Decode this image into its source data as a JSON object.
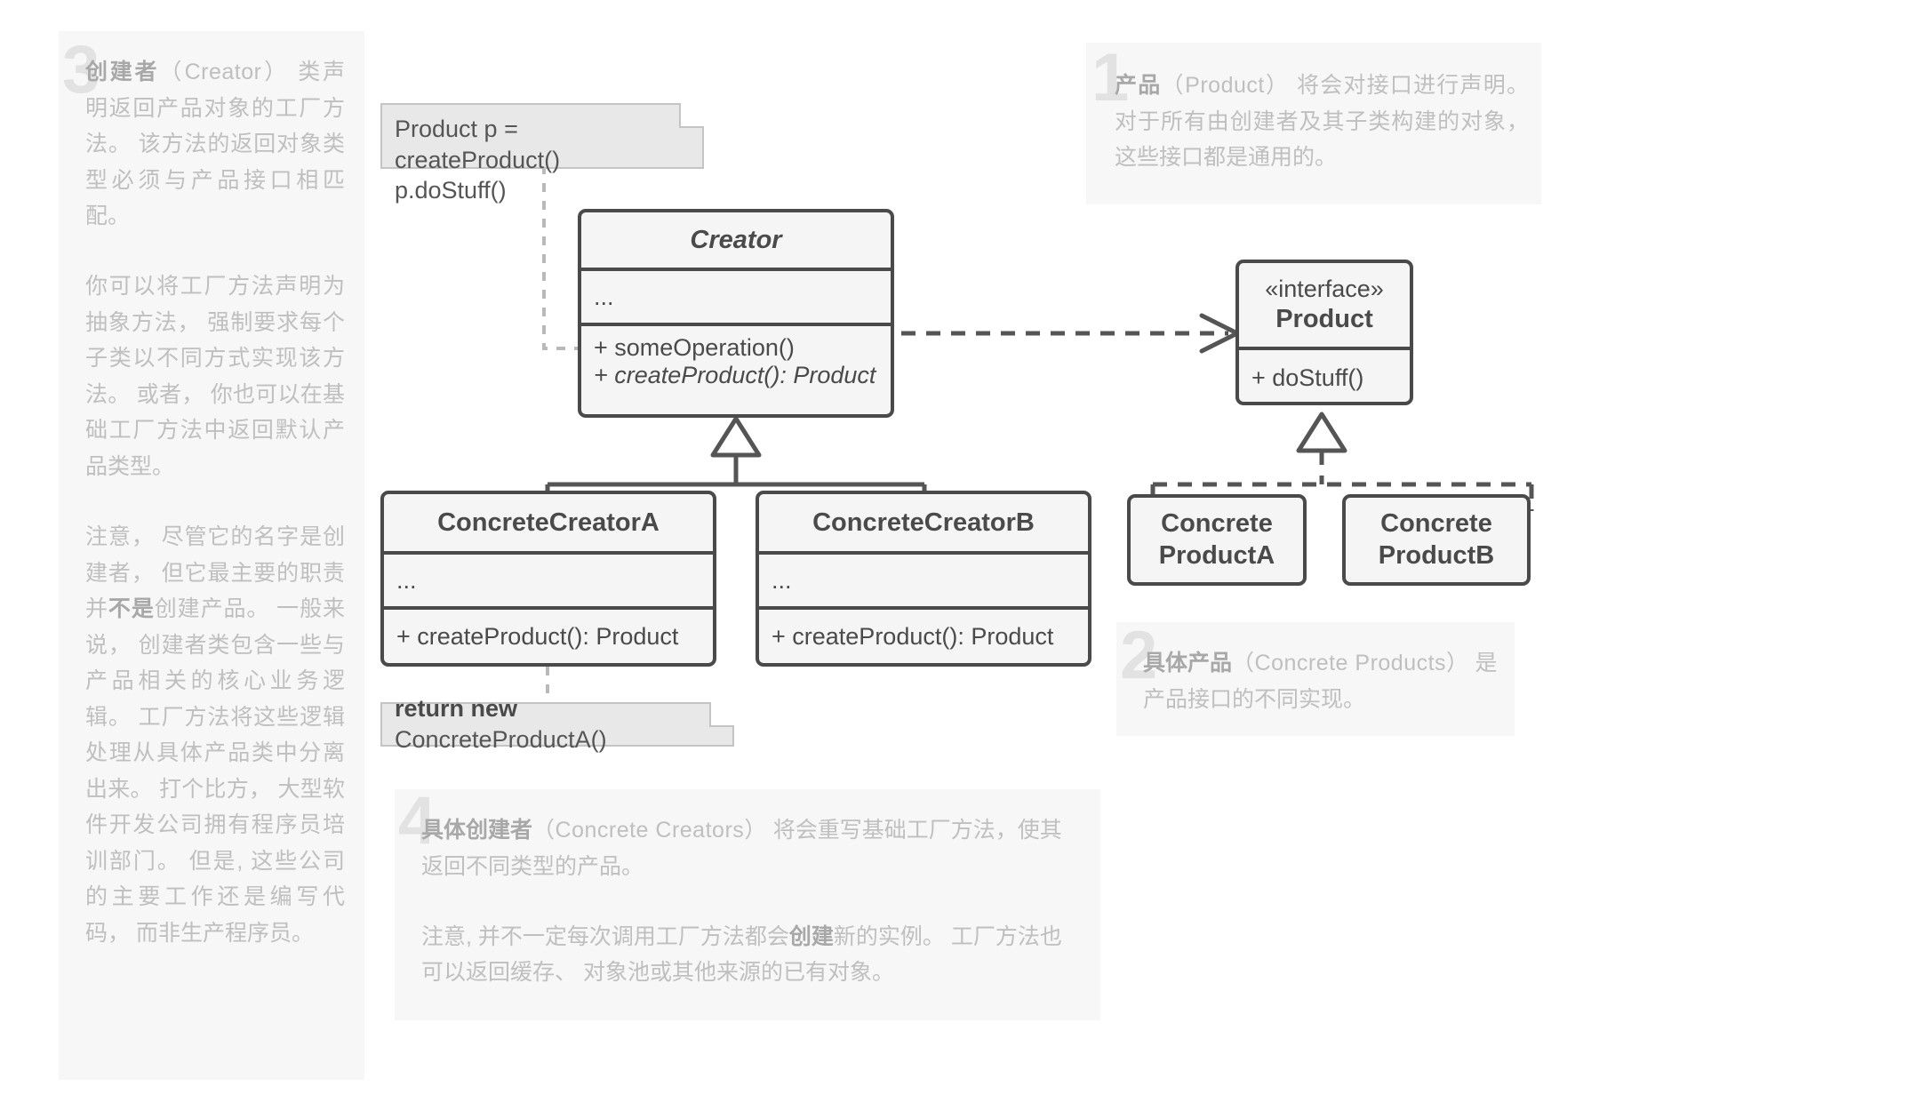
{
  "diagram": {
    "title": "Factory Method pattern UML structure",
    "colors": {
      "box_border": "#4a4a4a",
      "box_fill": "#f5f5f5",
      "note_fill": "#e8e8e8",
      "note_border": "#c4c4c4",
      "panel_fill": "#f7f7f7",
      "panel_text": "#bfbfbf",
      "panel_number": "#e2e2e2",
      "connector": "#555555",
      "background": "#ffffff"
    }
  },
  "annotations": {
    "creator": {
      "number": "3",
      "p1_bold": "创建者",
      "p1_en": "（Creator）",
      "p1_rest": " 类声明返回产品对象的工厂方法。 该方法的返回对象类型必须与产品接口相匹配。",
      "p2": "你可以将工厂方法声明为抽象方法， 强制要求每个子类以不同方式实现该方法。 或者， 你也可以在基础工厂方法中返回默认产品类型。",
      "p3_a": "注意， 尽管它的名字是创建者， 但它最主要的职责并",
      "p3_bold": "不是",
      "p3_b": "创建产品。 一般来说， 创建者类包含一些与产品相关的核心业务逻辑。 工厂方法将这些逻辑处理从具体产品类中分离出来。 打个比方， 大型软件开发公司拥有程序员培训部门。 但是, 这些公司的主要工作还是编写代码， 而非生产程序员。"
    },
    "product": {
      "number": "1",
      "bold": "产品",
      "en": "（Product）",
      "rest": " 将会对接口进行声明。 对于所有由创建者及其子类构建的对象，这些接口都是通用的。"
    },
    "concrete_products": {
      "number": "2",
      "bold": "具体产品",
      "en": "（Concrete Products）",
      "rest": " 是产品接口的不同实现。"
    },
    "concrete_creators": {
      "number": "4",
      "p1_bold": "具体创建者",
      "p1_en": "（Concrete Creators）",
      "p1_rest": " 将会重写基础工厂方法，使其返回不同类型的产品。",
      "p2_a": "注意, 并不一定每次调用工厂方法都会",
      "p2_bold": "创建",
      "p2_b": "新的实例。 工厂方法也可以返回缓存、 对象池或其他来源的已有对象。"
    }
  },
  "notes": {
    "creator_usage": {
      "line1": "Product p = createProduct()",
      "line2": "p.doStuff()"
    },
    "factory_return": {
      "bold": "return new",
      "rest": " ConcreteProductA()"
    }
  },
  "classes": {
    "creator": {
      "name": "Creator",
      "attributes": "...",
      "operations": [
        {
          "text": "+ someOperation()",
          "abstract": false
        },
        {
          "text": "+ createProduct(): Product",
          "abstract": true
        }
      ]
    },
    "product": {
      "stereotype": "«interface»",
      "name": "Product",
      "operations": [
        "+ doStuff()"
      ]
    },
    "concrete_creator_a": {
      "name": "ConcreteCreatorA",
      "attributes": "...",
      "operations": [
        "+ createProduct(): Product"
      ]
    },
    "concrete_creator_b": {
      "name": "ConcreteCreatorB",
      "attributes": "...",
      "operations": [
        "+ createProduct(): Product"
      ]
    },
    "concrete_product_a": {
      "line1": "Concrete",
      "line2": "ProductA"
    },
    "concrete_product_b": {
      "line1": "Concrete",
      "line2": "ProductB"
    }
  }
}
